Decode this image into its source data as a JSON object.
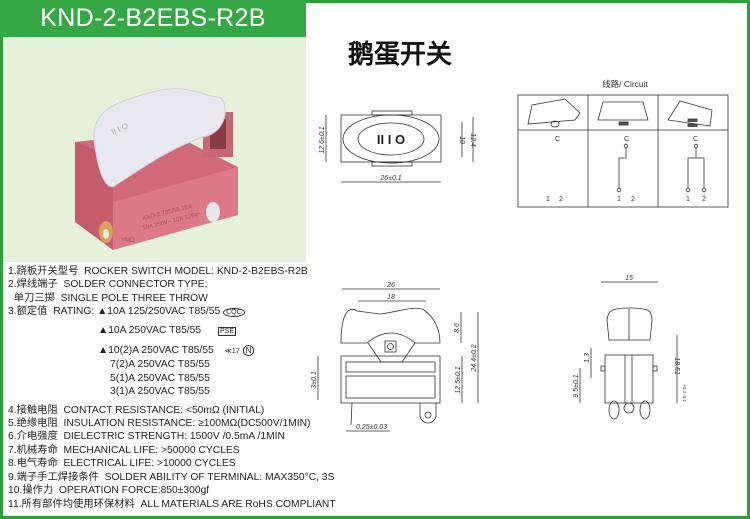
{
  "header": {
    "model_title": "KND-2-B2EBS-R2B",
    "chinese_title": "鹅蛋开关"
  },
  "photo": {
    "rocker_marks": [
      "II",
      "I",
      "O"
    ],
    "housing_text": [
      "KND-2 T85/55 1E4",
      "10A 250V~ 10A 125V~"
    ],
    "brand": "YMD",
    "colors": {
      "rocker": "#e8e8ec",
      "housing": "#d9717f",
      "terminal": "#d9a060"
    }
  },
  "specs": {
    "line1": "1.跷板开关型号  ROCKER SWITCH MODEL: KND-2-B2EBS-R2B",
    "line2": "2.焊线端子  SOLDER CONNECTOR TYPE;",
    "line2b": "  单刀三掷  SINGLE POLE THREE THROW",
    "line3_label": "3.额定值  RATING: ",
    "ratings": [
      "▲10A 125/250VAC T85/55",
      "▲10A 250VAC T85/55",
      "▲10(2)A 250VAC T85/55",
      "7(2)A 250VAC T85/55",
      "5(1)A 250VAC T85/55",
      "3(1)A 250VAC T85/55"
    ],
    "cert_marks": [
      "CQC",
      "PSE",
      "17",
      "N"
    ],
    "line4": "4.接触电阻  CONTACT RESISTANCE: <50mΩ (INITIAL)",
    "line5": "5.绝缘电阻  INSULATION RESISTANCE: ≥100MΩ(DC500V/1MIN)",
    "line6": "6.介电强度  DIELECTRIC STRENGTH: 1500V /0.5mA /1MIN",
    "line7": "7.机械寿命  MECHANICAL LIFE: >50000 CYCLES",
    "line8": "8.电气寿命  ELECTRICAL LIFE: >10000 CYCLES",
    "line9": "9.端子手工焊接条件  SOLDER ABILITY OF TERMINAL: MAX350°C, 3S",
    "line10": "10.操作力  OPERATION FORCE:850±300gf",
    "line11": "11.所有部件均使用环保材料  ALL MATERIALS ARE RoHS COMPLIANT"
  },
  "top_view": {
    "marks": "II I O",
    "dims": {
      "height": "12.6±0.1",
      "inner": "10",
      "outer": "12.4",
      "width": "26±0.1"
    }
  },
  "circuit": {
    "title": "线路/ Circuit",
    "common": "C",
    "terminals": [
      "1",
      "2"
    ]
  },
  "front_view": {
    "dims": {
      "width": "26",
      "top": "18",
      "rocker_h": "8.6",
      "total_h": "24.4±0.2",
      "body_h": "12.5±0.1",
      "offset": "3±0.1",
      "terminal_t": "0.25±0.03"
    }
  },
  "side_view": {
    "dims": {
      "width": "15",
      "tab": "1.3",
      "tab_h": "9.5±0.1",
      "height": "18.51",
      "tol": "+0.3 -0.1"
    }
  },
  "colors": {
    "brand_green": "#35a845",
    "panel_green": "#e5f1db"
  }
}
